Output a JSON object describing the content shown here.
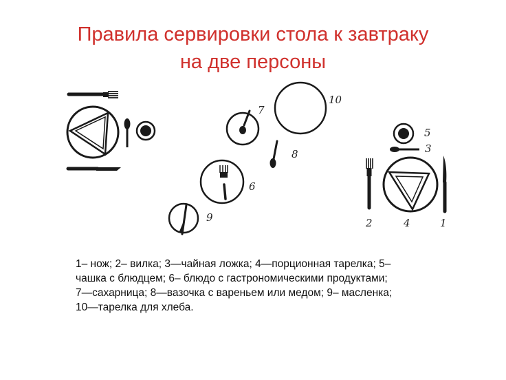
{
  "title": {
    "line1": "Правила сервировки стола к завтраку",
    "line2": "на две персоны"
  },
  "labels": {
    "n1": "1",
    "n2": "2",
    "n3": "3",
    "n4": "4",
    "n5": "5",
    "n6": "6",
    "n7": "7",
    "n8": "8",
    "n9": "9",
    "n10": "10"
  },
  "caption": {
    "line1": "1– нож; 2– вилка; 3—чайная ложка; 4—порционная тарелка; 5–",
    "line2": "чашка с блюдцем; 6– блюдо с гастрономическими продуктами;",
    "line3": "7—сахарница; 8—вазочка с вареньем или медом; 9– масленка;",
    "line4": "10—тарелка для хлеба."
  },
  "colors": {
    "title": "#d0312d",
    "ink": "#1a1a1a"
  }
}
